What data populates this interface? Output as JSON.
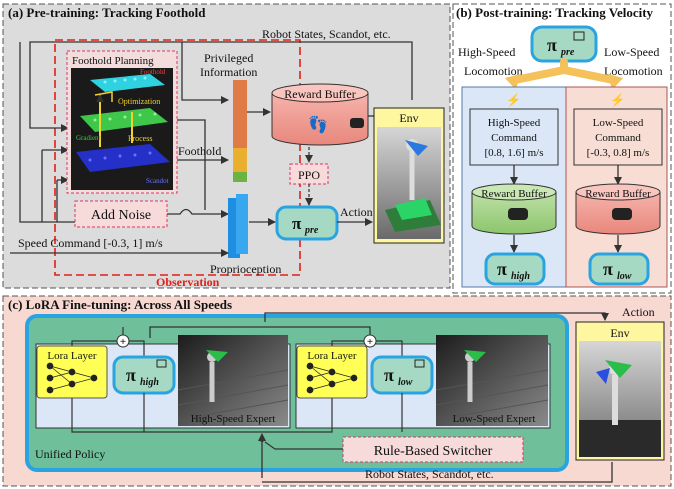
{
  "panel_a": {
    "title": "(a) Pre-training: Tracking Foothold",
    "robot_states": "Robot States, Scandot, etc.",
    "privileged_1": "Privileged",
    "privileged_2": "Information",
    "foothold": "Foothold",
    "proprioception": "Proprioception",
    "observation": "Observation",
    "speed_command": "Speed Command [-0.3, 1] m/s",
    "add_noise": "Add Noise",
    "foothold_planning": "Foothold Planning",
    "planning_labels": [
      "Foothold",
      "Optimization",
      "Gradient",
      "Process",
      "Scandot"
    ],
    "reward_buffer": "Reward Buffer",
    "ppo": "PPO",
    "pi": "π",
    "pi_sub": "pre",
    "action": "Action",
    "env": "Env"
  },
  "panel_b": {
    "title": "(b) Post-training: Tracking Velocity",
    "pi": "π",
    "pi_sub": "pre",
    "high_speed_1": "High-Speed",
    "high_speed_2": "Locomotion",
    "low_speed_1": "Low-Speed",
    "low_speed_2": "Locomotion",
    "high_cmd": [
      "High-Speed",
      "Command",
      "[0.8, 1.6] m/s"
    ],
    "low_cmd": [
      "Low-Speed",
      "Command",
      "[-0.3, 0.8] m/s"
    ],
    "reward_buffer": "Reward Buffer",
    "pi_high_sub": "high",
    "pi_low_sub": "low"
  },
  "panel_c": {
    "title": "(c) LoRA Fine-tuning: Across All Speeds",
    "lora_layer": "Lora Layer",
    "high_expert": "High-Speed Expert",
    "low_expert": "Low-Speed Expert",
    "unified_policy": "Unified Policy",
    "rule_switcher": "Rule-Based Switcher",
    "robot_states": "Robot States, Scandot, etc.",
    "action": "Action",
    "env": "Env",
    "pi_high_sub": "high",
    "pi_low_sub": "low",
    "plus": "+"
  }
}
